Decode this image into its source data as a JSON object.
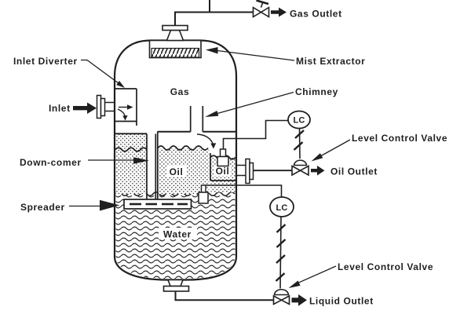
{
  "diagram": {
    "type": "vertical three-phase separator schematic",
    "colors": {
      "line": "#1f1f1f",
      "background": "#ffffff"
    },
    "labels": {
      "gas_outlet": "Gas Outlet",
      "mist_extractor": "Mist Extractor",
      "inlet_diverter": "Inlet Diverter",
      "chimney": "Chimney",
      "inlet": "Inlet",
      "level_control_valve_top": "Level Control Valve",
      "down_comer": "Down-comer",
      "oil_outlet": "Oil Outlet",
      "spreader": "Spreader",
      "level_control_valve_bottom": "Level Control Valve",
      "liquid_outlet": "Liquid Outlet",
      "gas": "Gas",
      "oil_main": "Oil",
      "oil_bucket": "Oil",
      "water": "Water",
      "lc_top": "LC",
      "lc_bottom": "LC"
    }
  }
}
